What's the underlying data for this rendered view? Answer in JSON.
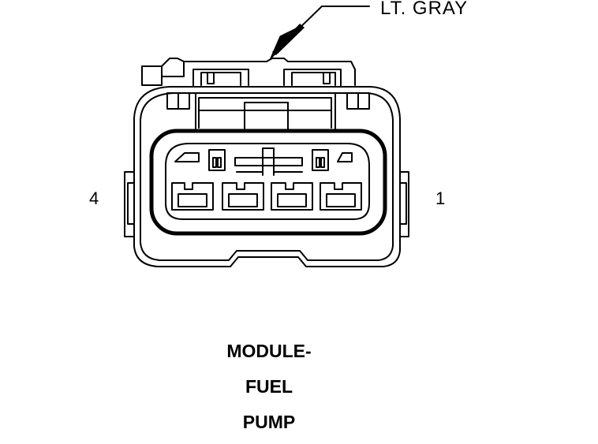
{
  "callout": {
    "text": "LT. GRAY"
  },
  "pins": {
    "left": "4",
    "right": "1"
  },
  "title": {
    "line1": "MODULE-",
    "line2": "FUEL",
    "line3": "PUMP"
  },
  "colors": {
    "ink": "#000000",
    "background": "#ffffff"
  }
}
